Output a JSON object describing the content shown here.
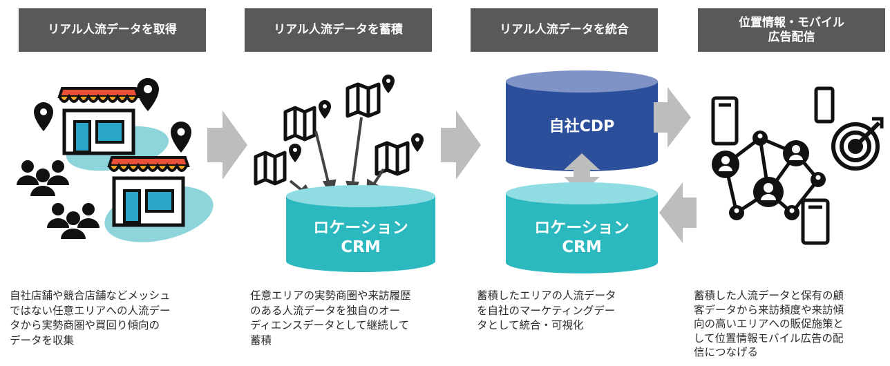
{
  "colors": {
    "header_bg": "#595959",
    "teal": "#2bb8bf",
    "teal_top": "#8fdde3",
    "navy": "#2b4f9a",
    "navy_top": "#7f93c6",
    "arrow": "#bdbdbd",
    "awning": "#f5a623",
    "awning_red": "#e8503a",
    "shop_door": "#2aa6c9",
    "blob": "#8ed4db"
  },
  "steps": [
    {
      "header": "リアル人流データを取得",
      "description": "自社店舗や競合店舗などメッシュ\nではない任意エリアへの人流デー\nタから実勢商圏や買回り傾向の\nデータを収集"
    },
    {
      "header": "リアル人流データを蓄積",
      "description": "任意エリアの実勢商圏や来訪履歴\nのある人流データを独自のオー\nディエンスデータとして継続して\n蓄積"
    },
    {
      "header": "リアル人流データを統合",
      "description": "蓄積したエリアの人流データ\nを自社のマーケティングデー\nタとして統合・可視化"
    },
    {
      "header": "位置情報・モバイル\n広告配信",
      "description": "蓄積した人流データと保有の顧\n客データから来訪頻度や来訪傾\n向の高いエリアへの販促施策と\nして位置情報モバイル広告の配\n信につなげる"
    }
  ],
  "cylinders": {
    "crm_1": "ロケーション\nCRM",
    "cdp": "自社CDP",
    "crm_2": "ロケーション\nCRM"
  },
  "icons": [
    "shop-icon",
    "map-pin-icon",
    "people-group-icon",
    "folded-map-icon",
    "database-cylinder-icon",
    "smartphone-icon",
    "network-people-icon",
    "target-icon",
    "arrow-right-icon",
    "arrow-left-icon",
    "bidirectional-arrow-icon"
  ]
}
